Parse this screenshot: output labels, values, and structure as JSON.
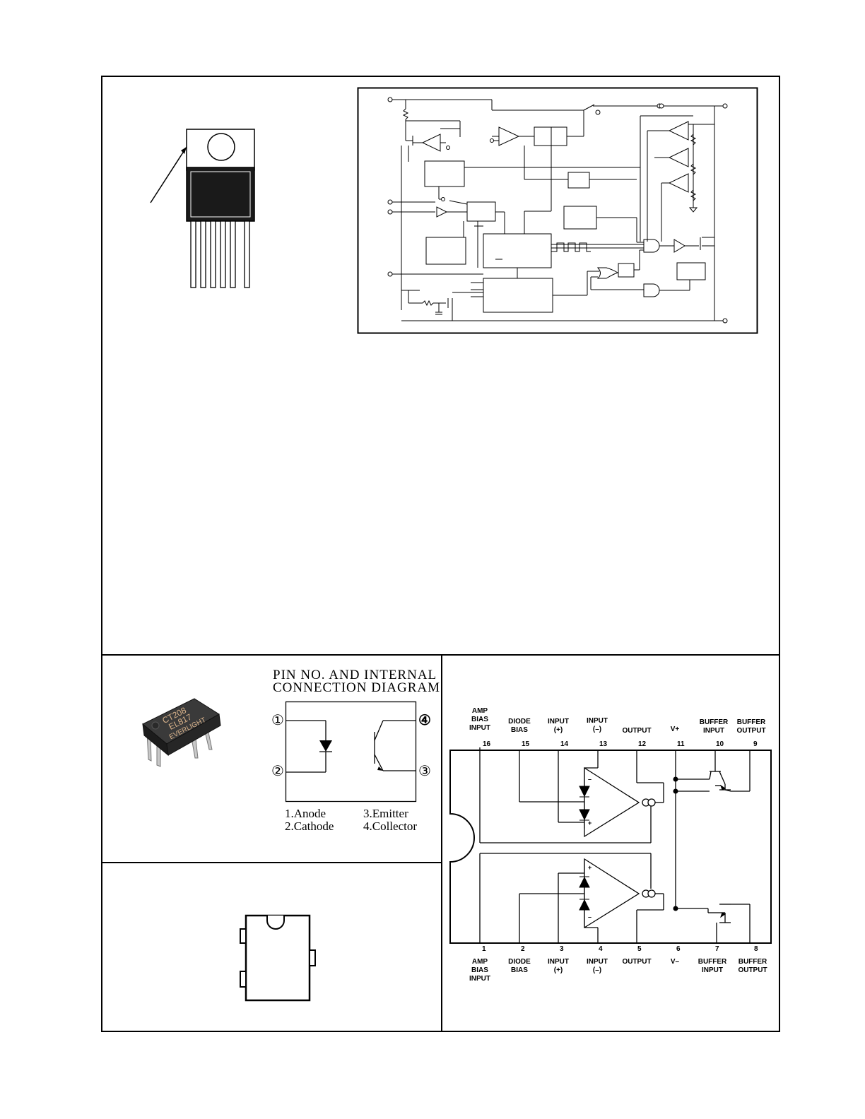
{
  "optocoupler": {
    "title_line1": "PIN NO. AND INTERNAL",
    "title_line2": "CONNECTION DIAGRAM",
    "pin_markers": [
      "①",
      "②",
      "③",
      "④"
    ],
    "pins": [
      {
        "num": "1.",
        "name": "Anode"
      },
      {
        "num": "2.",
        "name": "Cathode"
      },
      {
        "num": "3.",
        "name": "Emitter"
      },
      {
        "num": "4.",
        "name": "Collector"
      }
    ],
    "package_marking": [
      "CT208",
      "EL817",
      "EVERLIGHT"
    ]
  },
  "dual_amp": {
    "top_pins": [
      {
        "label": "AMP\nBIAS\nINPUT",
        "num": "16"
      },
      {
        "label": "DIODE\nBIAS",
        "num": "15"
      },
      {
        "label": "INPUT\n(+)",
        "num": "14"
      },
      {
        "label": "INPUT\n(–)",
        "num": "13"
      },
      {
        "label": "OUTPUT",
        "num": "12"
      },
      {
        "label": "V+",
        "num": "11"
      },
      {
        "label": "BUFFER\nINPUT",
        "num": "10"
      },
      {
        "label": "BUFFER\nOUTPUT",
        "num": "9"
      }
    ],
    "bottom_pins": [
      {
        "label": "AMP\nBIAS\nINPUT",
        "num": "1"
      },
      {
        "label": "DIODE\nBIAS",
        "num": "2"
      },
      {
        "label": "INPUT\n(+)",
        "num": "3"
      },
      {
        "label": "INPUT\n(–)",
        "num": "4"
      },
      {
        "label": "OUTPUT",
        "num": "5"
      },
      {
        "label": "V–",
        "num": "6"
      },
      {
        "label": "BUFFER\nINPUT",
        "num": "7"
      },
      {
        "label": "BUFFER\nOUTPUT",
        "num": "8"
      }
    ]
  }
}
